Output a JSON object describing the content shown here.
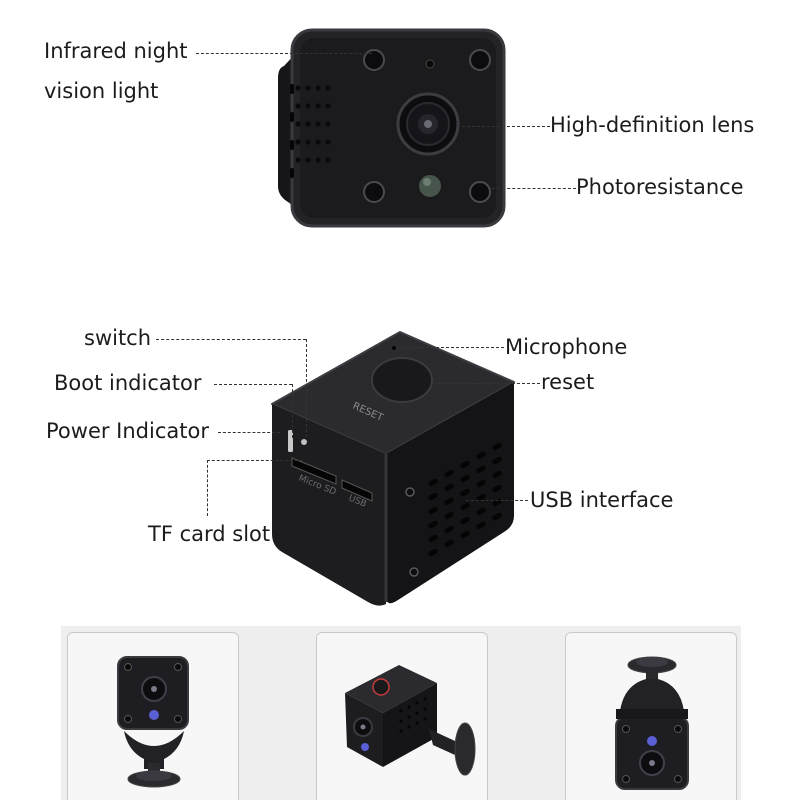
{
  "front_view": {
    "labels": {
      "infrared_line1": "Infrared night",
      "infrared_line2": "vision light",
      "lens": "High-definition lens",
      "photoresistance": "Photoresistance"
    }
  },
  "side_view": {
    "labels": {
      "switch": "switch",
      "boot_indicator": "Boot indicator",
      "power_indicator": "Power Indicator",
      "tf_card_slot": "TF card slot",
      "microphone": "Microphone",
      "reset": "reset",
      "usb_interface": "USB interface"
    },
    "device_markings": {
      "reset_text": "RESET",
      "sd_text": "Micro SD",
      "usb_text": "USB"
    }
  },
  "thumbnails": [
    {
      "name": "mounted-below"
    },
    {
      "name": "angled-side"
    },
    {
      "name": "mounted-above"
    }
  ],
  "colors": {
    "body": "#1f1f22",
    "edge": "#3a3a3e",
    "leader": "#333333",
    "strip_bg": "#eeeeee",
    "ir_led": "#5a5fd6"
  }
}
